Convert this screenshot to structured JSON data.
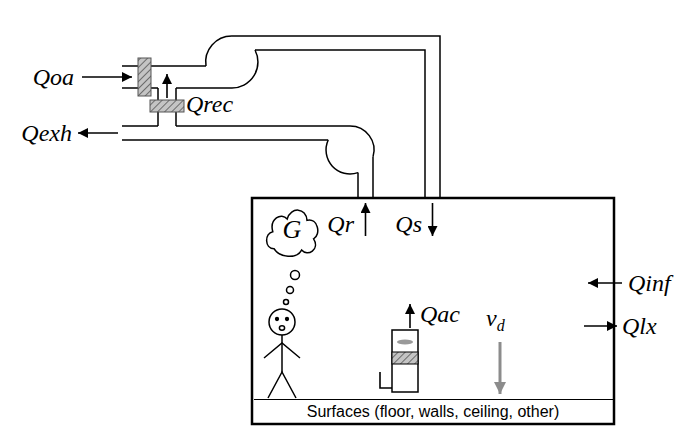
{
  "diagram": {
    "nodes": [
      {
        "text": [
          "G"
        ]
      },
      {
        "text": [
          "Surfaces (floor, walls, ceiling, other)"
        ]
      }
    ],
    "labels": [
      "Qoa",
      "Qrec",
      "Qexh",
      "Qr",
      "Qs",
      "Qac",
      "v",
      "d",
      "Qinf",
      "Qlx"
    ]
  }
}
